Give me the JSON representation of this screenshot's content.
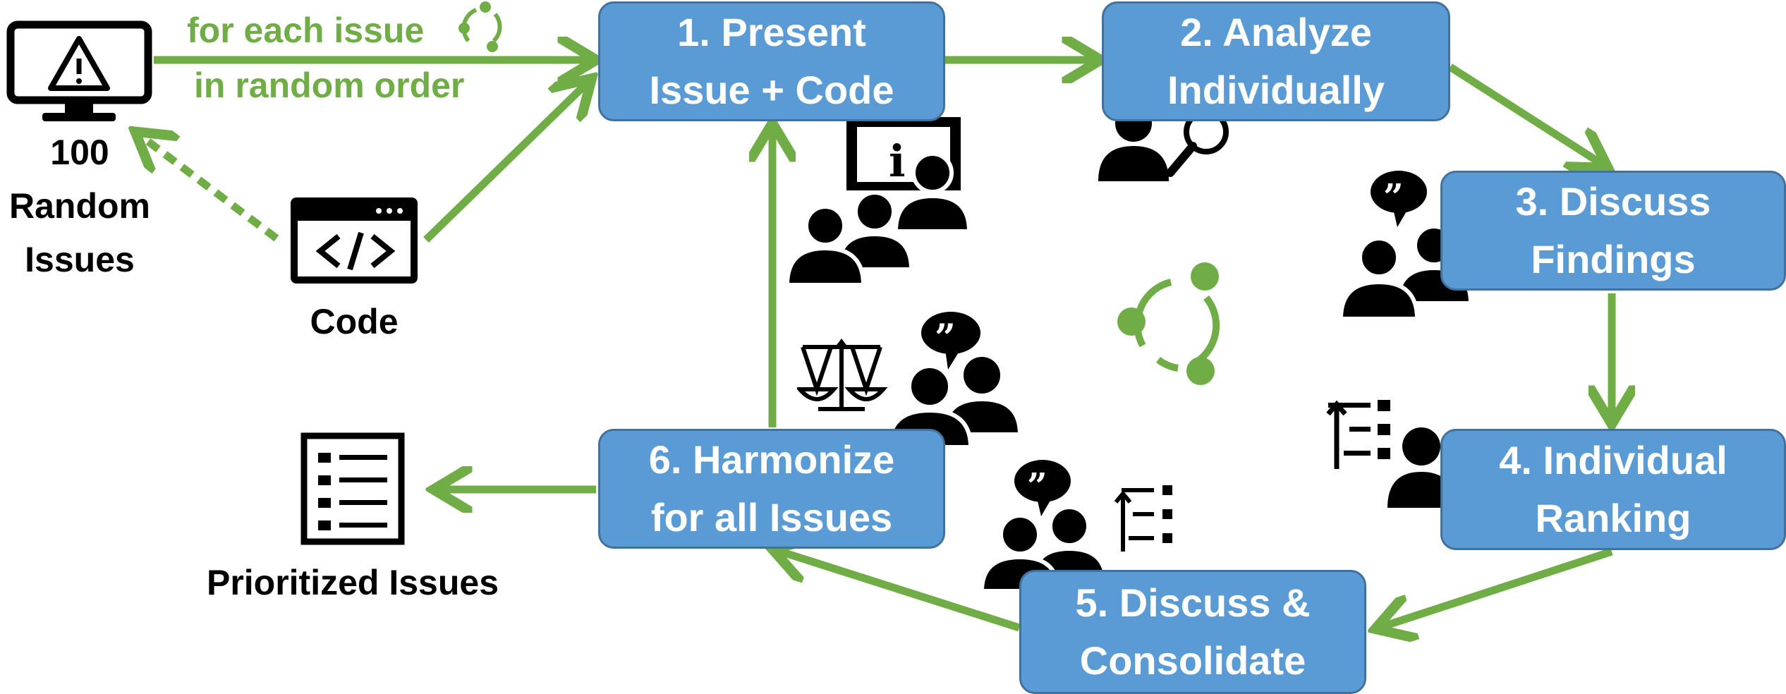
{
  "colors": {
    "accent_green": "#70ad47",
    "box_fill": "#5b9bd5",
    "box_border": "#41719c",
    "text_on_box": "#ffffff",
    "icon": "#000000"
  },
  "steps": [
    {
      "line1": "1. Present",
      "line2": "Issue + Code"
    },
    {
      "line1": "2. Analyze",
      "line2": "Individually"
    },
    {
      "line1": "3. Discuss",
      "line2": "Findings"
    },
    {
      "line1": "4. Individual",
      "line2": "Ranking"
    },
    {
      "line1": "5. Discuss &",
      "line2": "Consolidate"
    },
    {
      "line1": "6. Harmonize",
      "line2": "for all Issues"
    }
  ],
  "inputs": {
    "issues_label": [
      "100",
      "Random",
      "Issues"
    ],
    "code_label": "Code",
    "loop_label": [
      "for each issue",
      "in random order"
    ]
  },
  "output": {
    "label": "Prioritized Issues"
  },
  "icons": [
    "monitor-warning-icon",
    "code-window-icon",
    "cycle-icon",
    "presenter-group-icon",
    "person-search-icon",
    "discussion-pair-icon",
    "person-ranking-icon",
    "group-ranking-icon",
    "scales-discussion-icon",
    "checklist-icon"
  ]
}
